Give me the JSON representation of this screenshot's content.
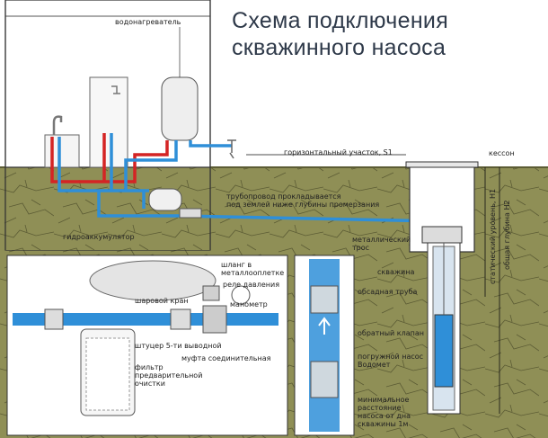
{
  "title": {
    "line1": "Схема подключения",
    "line2": "скважинного насоса"
  },
  "labels": {
    "water_heater": "водонагреватель",
    "horizontal_section": "горизонтальный участок, S1",
    "caisson": "кессон",
    "pipeline_1": "трубопровод прокладывается",
    "pipeline_2": "под землей ниже глубины промерзания",
    "hydroaccumulator": "гидроаккумулятор",
    "metal_cable_1": "металлический",
    "metal_cable_2": "трос",
    "well": "скважина",
    "casing_pipe": "обсадная труба",
    "check_valve": "обратный клапан",
    "submersible_pump_1": "погружной насос",
    "submersible_pump_2": "Водомет",
    "min_distance_1": "минимальное",
    "min_distance_2": "расстояние",
    "min_distance_3": "насоса от дна",
    "min_distance_4": "скважины 1м",
    "static_level": "статический уровень, H1",
    "total_depth": "общая глубина H2",
    "hose_1": "шланг в",
    "hose_2": "металлооплетке",
    "pressure_switch": "реле давления",
    "ball_valve": "шаровой кран",
    "manometer": "манометр",
    "fitting": "штуцер 5-ти выводной",
    "coupling": "муфта соединительная",
    "filter_1": "фильтр",
    "filter_2": "предварительной",
    "filter_3": "очистки"
  },
  "colors": {
    "soil": "#8f8f56",
    "water_pipe": "#2f8fd8",
    "hot_pipe": "#d42424",
    "title": "#2f3a4a"
  },
  "icons": [
    "tap-icon",
    "shower-icon",
    "arrow-up-icon"
  ]
}
